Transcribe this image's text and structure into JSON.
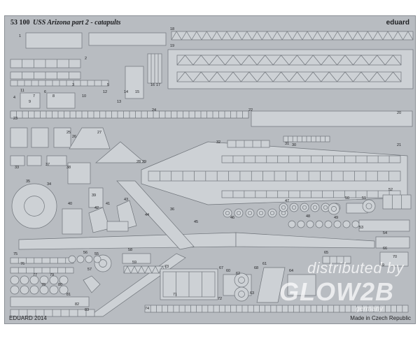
{
  "header": {
    "code": "53 100",
    "title": "USS Arizona part 2 - catapults",
    "brand": "eduard"
  },
  "footer": {
    "left": "EDUARD 2014",
    "right": "Made in Czech Republic"
  },
  "watermark": {
    "line1": "distributed by",
    "line2": "GLOW2B",
    "line3": "germany"
  },
  "part_numbers": [
    "1",
    "2",
    "3",
    "4",
    "5",
    "6",
    "7",
    "8",
    "9",
    "10",
    "11",
    "12",
    "13",
    "14",
    "15",
    "16",
    "17",
    "18",
    "19",
    "20",
    "21",
    "22",
    "23",
    "24",
    "25",
    "26",
    "27",
    "28",
    "29",
    "30",
    "31",
    "32",
    "33",
    "34",
    "35",
    "36",
    "37",
    "38",
    "39",
    "40",
    "41",
    "42",
    "43",
    "44",
    "45",
    "46",
    "47",
    "48",
    "49",
    "50",
    "51",
    "52",
    "53",
    "54",
    "55",
    "56",
    "57",
    "58",
    "59",
    "60",
    "61",
    "62",
    "63",
    "64",
    "65",
    "66",
    "67",
    "68",
    "69",
    "70",
    "71",
    "72",
    "73",
    "74",
    "75",
    "76",
    "77",
    "78",
    "79",
    "80",
    "81",
    "82",
    "83"
  ],
  "colors": {
    "sheet": "#b8bcc1",
    "etched_part": "#cdd1d5",
    "etch_line": "#6f747a",
    "label": "#1e1f22"
  }
}
